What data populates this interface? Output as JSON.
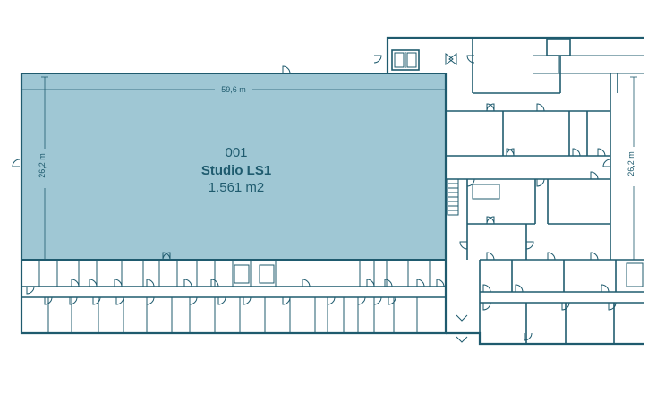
{
  "studio": {
    "number": "001",
    "name": "Studio LS1",
    "area": "1.561 m2",
    "fill_color": "#9fc7d4"
  },
  "dimensions": {
    "studio_width": "59,6 m",
    "studio_height": "26,2 m",
    "right_height": "26,2 m"
  },
  "colors": {
    "wall": "#1f5b6e",
    "highlight": "#9fc7d4"
  }
}
